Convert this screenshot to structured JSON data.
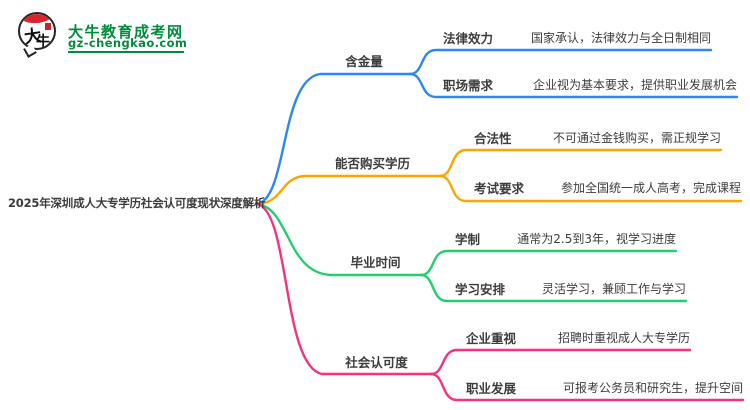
{
  "logo": {
    "brand_text": "大牛教育成考网",
    "brand_url": "gz-chengkao.com",
    "brand_color": "#008c3c",
    "icon_char_top": "大",
    "icon_char_bottom": "牛"
  },
  "central": {
    "title": "2025年深圳成人大专学历社会认可度现状深度解析",
    "text_color": "#3c3c3c"
  },
  "branches": [
    {
      "label": "含金量",
      "color": "#2e86f0",
      "children": [
        {
          "label": "法律效力",
          "desc": "国家承认，法律效力与全日制相同"
        },
        {
          "label": "职场需求",
          "desc": "企业视为基本要求，提供职业发展机会"
        }
      ]
    },
    {
      "label": "能否购买学历",
      "color": "#ffa502",
      "children": [
        {
          "label": "合法性",
          "desc": "不可通过金钱购买，需正规学习"
        },
        {
          "label": "考试要求",
          "desc": "参加全国统一成人高考，完成课程"
        }
      ]
    },
    {
      "label": "毕业时间",
      "color": "#25cd6f",
      "children": [
        {
          "label": "学制",
          "desc": "通常为2.5到3年，视学习进度"
        },
        {
          "label": "学习安排",
          "desc": "灵活学习，兼顾工作与学习"
        }
      ]
    },
    {
      "label": "社会认可度",
      "color": "#f5327e",
      "children": [
        {
          "label": "企业重视",
          "desc": "招聘时重视成人大专学历"
        },
        {
          "label": "职业发展",
          "desc": "可报考公务员和研究生，提升空间"
        }
      ]
    }
  ]
}
